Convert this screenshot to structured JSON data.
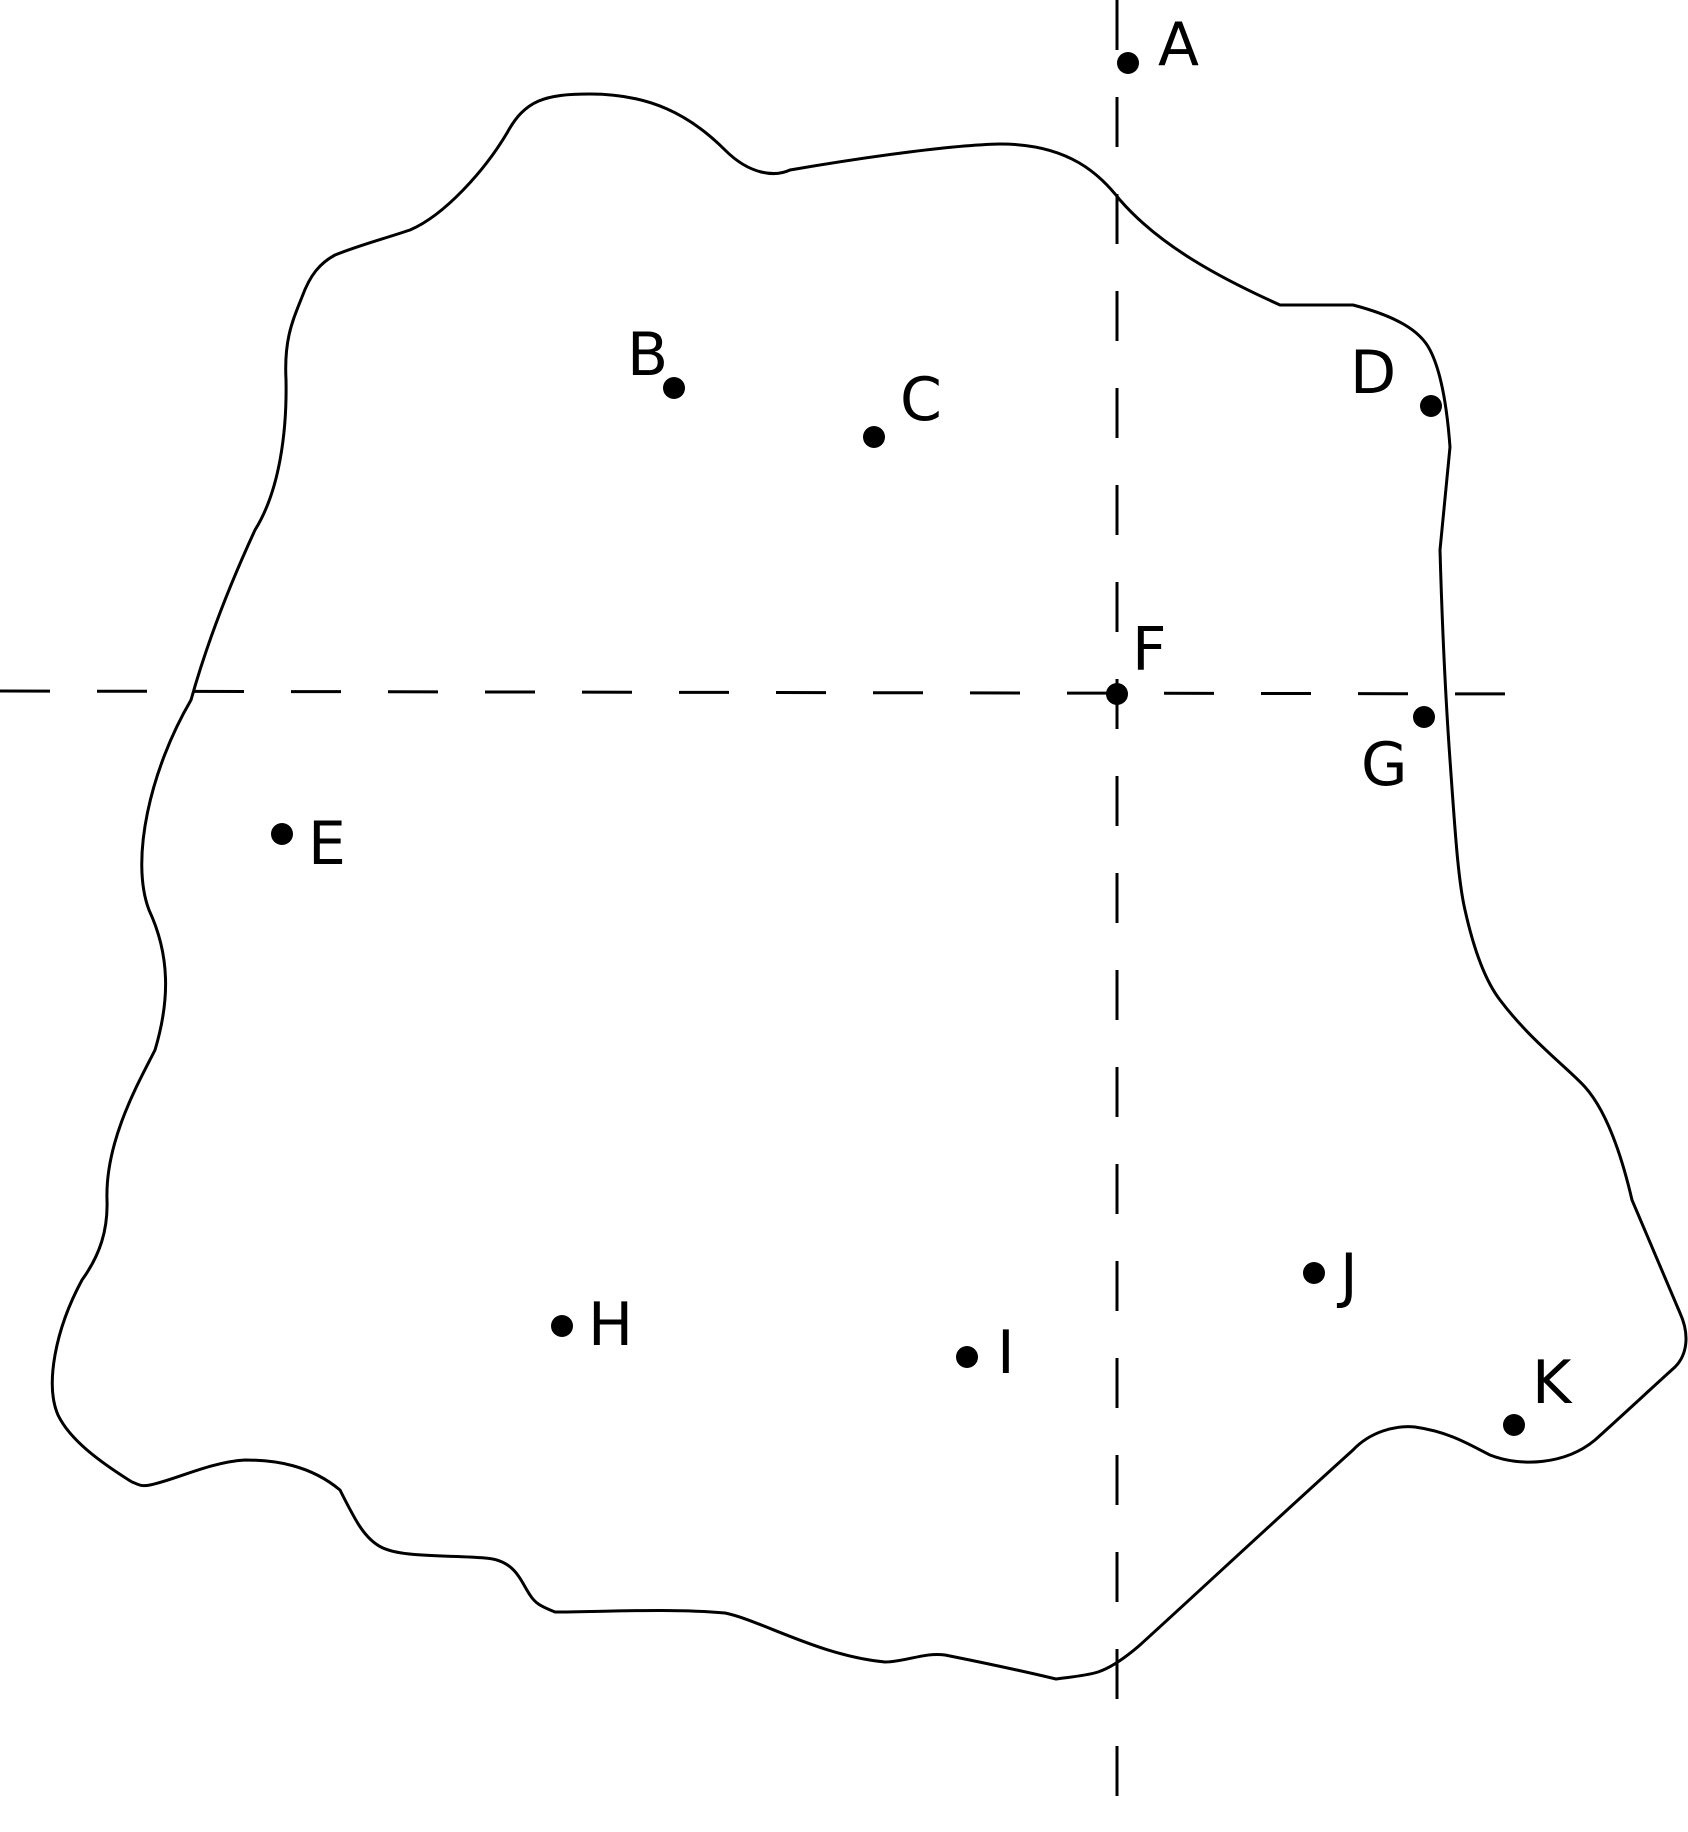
{
  "colors": {
    "background": "#ffffff",
    "ink": "#000000"
  },
  "points": [
    {
      "id": "A",
      "label": "A"
    },
    {
      "id": "B",
      "label": "B"
    },
    {
      "id": "C",
      "label": "C"
    },
    {
      "id": "D",
      "label": "D"
    },
    {
      "id": "E",
      "label": "E"
    },
    {
      "id": "F",
      "label": "F"
    },
    {
      "id": "G",
      "label": "G"
    },
    {
      "id": "H",
      "label": "H"
    },
    {
      "id": "I",
      "label": "I"
    },
    {
      "id": "J",
      "label": "J"
    },
    {
      "id": "K",
      "label": "K"
    }
  ]
}
